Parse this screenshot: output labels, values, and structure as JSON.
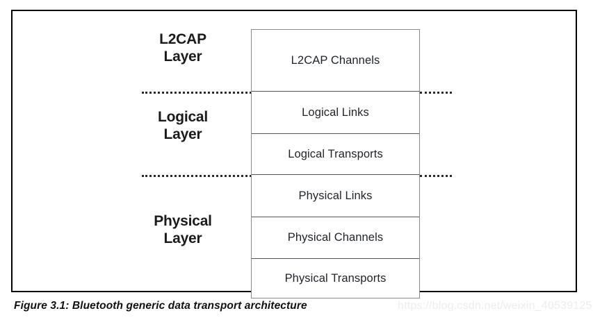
{
  "figure": {
    "caption": "Figure 3.1:  Bluetooth generic data transport architecture",
    "watermark": "https://blog.csdn.net/weixin_40539125",
    "frame_color": "#000000",
    "box_border_color": "#8a8a8a",
    "divider_color": "#555555",
    "text_color": "#20242b",
    "label_color": "#1b1b1b",
    "watermark_color": "#ededed",
    "background": "#ffffff"
  },
  "layer_labels": [
    {
      "id": "l2cap",
      "text": "L2CAP\nLayer"
    },
    {
      "id": "logical",
      "text": "Logical\nLayer"
    },
    {
      "id": "physical",
      "text": "Physical\nLayer"
    }
  ],
  "separators": [
    {
      "id": "sep-1",
      "style": "dotted"
    },
    {
      "id": "sep-2",
      "style": "dotted"
    }
  ],
  "stack": {
    "cells": [
      {
        "id": "l2cap-channels",
        "label": "L2CAP Channels",
        "layer": "L2CAP Layer"
      },
      {
        "id": "logical-links",
        "label": "Logical Links",
        "layer": "Logical Layer"
      },
      {
        "id": "logical-transports",
        "label": "Logical Transports",
        "layer": "Logical Layer"
      },
      {
        "id": "physical-links",
        "label": "Physical Links",
        "layer": "Physical Layer"
      },
      {
        "id": "physical-channels",
        "label": "Physical Channels",
        "layer": "Physical Layer"
      },
      {
        "id": "physical-transports",
        "label": "Physical Transports",
        "layer": "Physical Layer"
      }
    ]
  }
}
